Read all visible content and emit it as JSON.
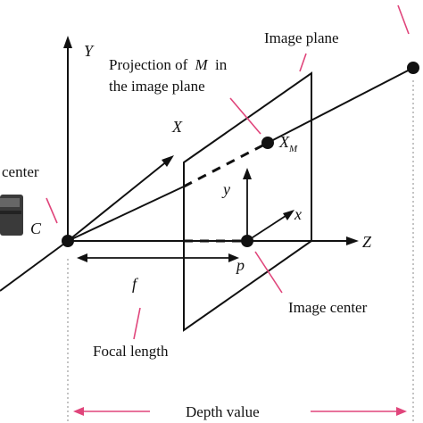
{
  "labels": {
    "axis_y": "Y",
    "axis_x": "X",
    "axis_z": "Z",
    "image_plane": "Image plane",
    "projection_line1": "Projection of",
    "projection_m": "M",
    "projection_line1_end": "in",
    "projection_line2": "the image plane",
    "camera_center_fragment": "center",
    "camera_c": "C",
    "point_xm": "X",
    "point_xm_sub": "M",
    "local_y": "y",
    "local_x": "x",
    "point_p": "p",
    "focal_f": "f",
    "focal_length": "Focal length",
    "image_center": "Image center",
    "depth_value": "Depth value"
  },
  "colors": {
    "ink": "#111111",
    "pointer": "#e0457b",
    "guide": "#888888",
    "camera_body": "#3a3a3a"
  }
}
